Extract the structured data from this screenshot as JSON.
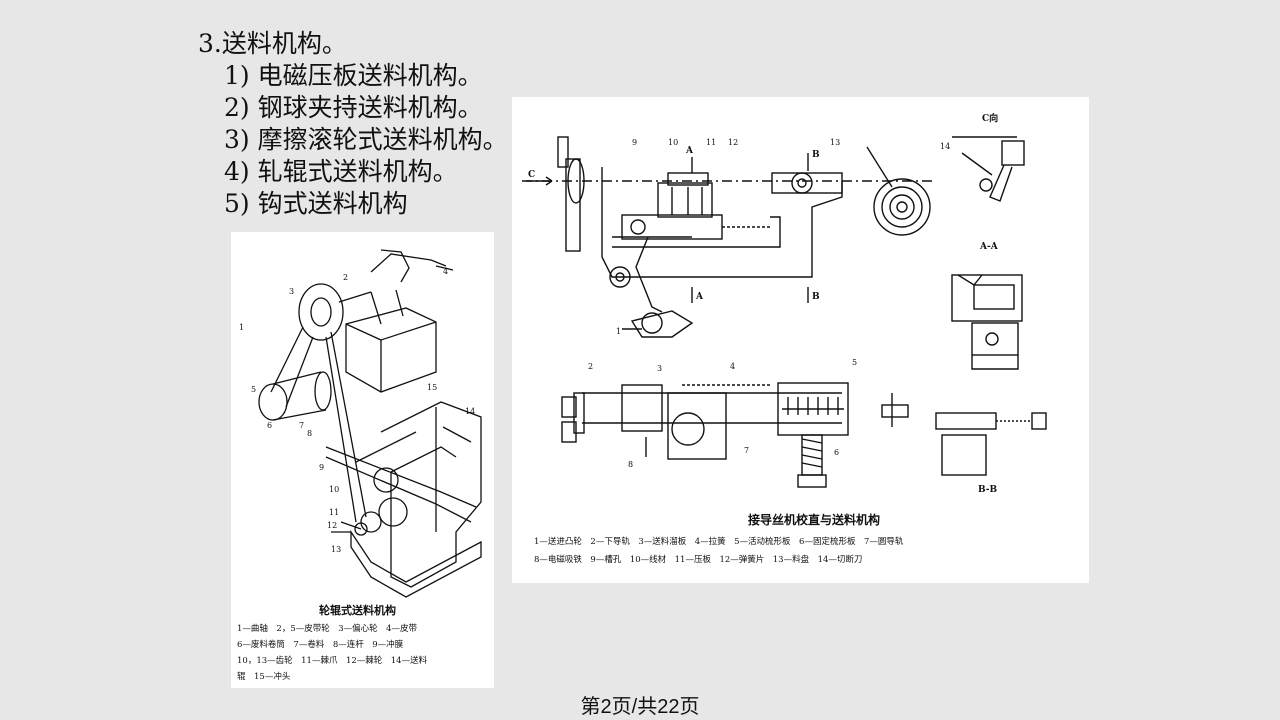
{
  "heading": {
    "number": "3.",
    "title": "送料机构。"
  },
  "items": [
    {
      "num": "1)",
      "text": "电磁压板送料机构。"
    },
    {
      "num": "2)",
      "text": "钢球夹持送料机构。"
    },
    {
      "num": "3)",
      "text": "摩擦滚轮式送料机构。"
    },
    {
      "num": "4)",
      "text": "轧辊式送料机构。"
    },
    {
      "num": "5)",
      "text": "钩式送料机构"
    }
  ],
  "figure_left": {
    "caption": "轮辊式送料机构",
    "legend": [
      "1—曲轴　2，5—皮带轮　3—偏心轮　4—皮带",
      "6—废料卷筒　7—卷料　8—连杆　9—冲膜",
      "10，13—齿轮　11—棘爪　12—棘轮　14—送料",
      "辊　15—冲头"
    ],
    "labels": [
      "1",
      "2",
      "3",
      "4",
      "5",
      "6",
      "7",
      "8",
      "9",
      "10",
      "11",
      "12",
      "13",
      "14",
      "15"
    ]
  },
  "figure_right": {
    "caption": "接导丝机校直与送料机构",
    "legend": [
      "1—送进凸轮　2—下导轨　3—送料溜板　4—拉簧　5—活动梳形板　6—固定梳形板　7—圆导轨",
      "8—电磁吸铁　9—槽孔　10—线材　11—压板　12—弹簧片　13—料盘　14—切断刀"
    ],
    "view_c": "C向",
    "section_aa": "A-A",
    "section_bb": "B-B",
    "labels": {
      "c": "C",
      "a": "A",
      "b": "B",
      "n1": "1",
      "n2": "2",
      "n3": "3",
      "n4": "4",
      "n5": "5",
      "n6": "6",
      "n7": "7",
      "n8": "8",
      "n9": "9",
      "n10": "10",
      "n11": "11",
      "n12": "12",
      "n13": "13",
      "n14": "14"
    }
  },
  "footer": "第2页/共22页"
}
